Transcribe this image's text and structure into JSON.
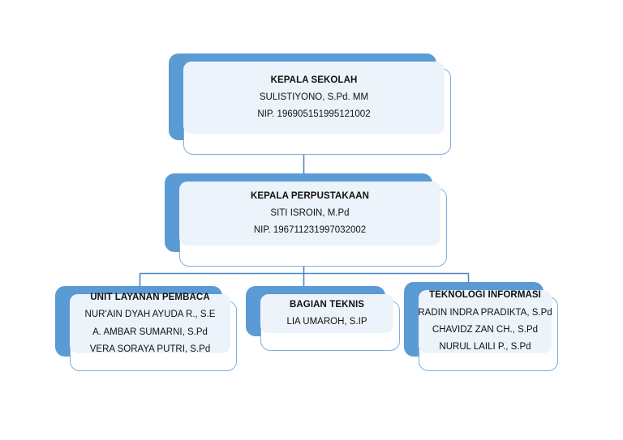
{
  "chart": {
    "type": "org-chart",
    "accent_color": "#5B9BD5",
    "card_fill_color": "#EDF3FA",
    "card_border_color": "#7FAEDD",
    "connector_color": "#4E87C7",
    "nodes": [
      {
        "id": "kepala-sekolah",
        "level": 1,
        "title": "KEPALA SEKOLAH",
        "lines": [
          "SULISTIYONO, S.Pd. MM",
          "NIP. 196905151995121002"
        ]
      },
      {
        "id": "kepala-perpustakaan",
        "level": 2,
        "title": "KEPALA PERPUSTAKAAN",
        "lines": [
          "SITI ISROIN, M.Pd",
          "NIP. 196711231997032002"
        ]
      },
      {
        "id": "unit-layanan-pembaca",
        "level": 3,
        "title": "UNIT LAYANAN PEMBACA",
        "lines": [
          "NUR'AIN DYAH AYUDA R., S.E",
          "A. AMBAR SUMARNI, S.Pd",
          "VERA SORAYA PUTRI, S.Pd"
        ]
      },
      {
        "id": "bagian-teknis",
        "level": 3,
        "title": "BAGIAN TEKNIS",
        "lines": [
          "LIA UMAROH, S.IP"
        ]
      },
      {
        "id": "teknologi-informasi",
        "level": 3,
        "title": "TEKNOLOGI INFORMASI",
        "lines": [
          "RADIN INDRA PRADIKTA, S.Pd",
          "CHAVIDZ ZAN CH., S.Pd",
          "NURUL LAILI P., S.Pd"
        ]
      }
    ]
  }
}
